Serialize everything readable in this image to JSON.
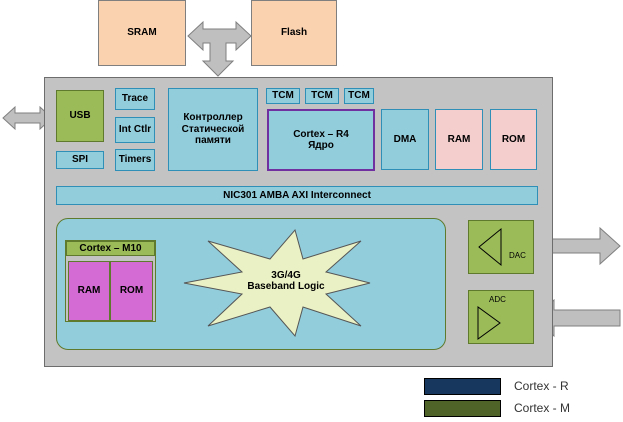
{
  "external": {
    "sram": "SRAM",
    "flash": "Flash"
  },
  "blocks": {
    "usb": "USB",
    "spi": "SPI",
    "trace": "Trace",
    "int_ctlr": "Int Ctlr",
    "timers": "Timers",
    "mem_ctrl": "Контроллер\nСтатической\nпамяти",
    "tcm1": "TCM",
    "tcm2": "TCM",
    "tcm3": "TCM",
    "cortex_r4": "Cortex – R4\nЯдро",
    "dma": "DMA",
    "ram": "RAM",
    "rom": "ROM",
    "interconnect": "NIC301 AMBA AXI Interconnect",
    "cortex_m10": "Cortex – M10",
    "m10_ram": "RAM",
    "m10_rom": "ROM",
    "baseband": "3G/4G\nBaseband Logic",
    "dac": "DAC",
    "adc": "ADC"
  },
  "legend": {
    "items": [
      {
        "label": "Cortex - R",
        "color": "#17375e"
      },
      {
        "label": "Cortex - M",
        "color": "#4f6228"
      }
    ]
  },
  "colors": {
    "external_fill": "#fad2b0",
    "chip_fill": "#c3c3c3",
    "cyan_fill": "#92cddc",
    "olive_fill": "#9bbb59",
    "pink_fill": "#f4cdcd",
    "magenta_fill": "#d46bd4",
    "arrow_fill": "#bfbfbf"
  }
}
